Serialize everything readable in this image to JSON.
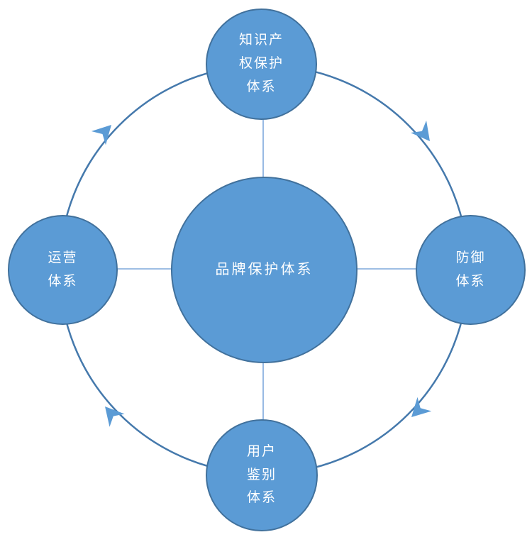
{
  "diagram": {
    "type": "cycle-hub-diagram",
    "center_node": {
      "label": "品牌保护体系"
    },
    "satellite_nodes": [
      {
        "position": "top",
        "label": "知识产\n权保护\n体系"
      },
      {
        "position": "right",
        "label": "防御\n体系"
      },
      {
        "position": "bottom",
        "label": "用户\n鉴别\n体系"
      },
      {
        "position": "left",
        "label": "运营\n体系"
      }
    ],
    "flow": {
      "direction": "clockwise",
      "arrow_count": 4
    }
  },
  "icons": {
    "flow_arrow": "stealth-arrowhead-clockwise"
  },
  "colors": {
    "node_fill": "#5b9bd5",
    "node_border": "#41719c",
    "ring_stroke": "#4579ac",
    "connector_stroke": "#7fa9dc",
    "arrow_fill": "#5b9bd5",
    "text": "#ffffff",
    "background": "#ffffff"
  }
}
